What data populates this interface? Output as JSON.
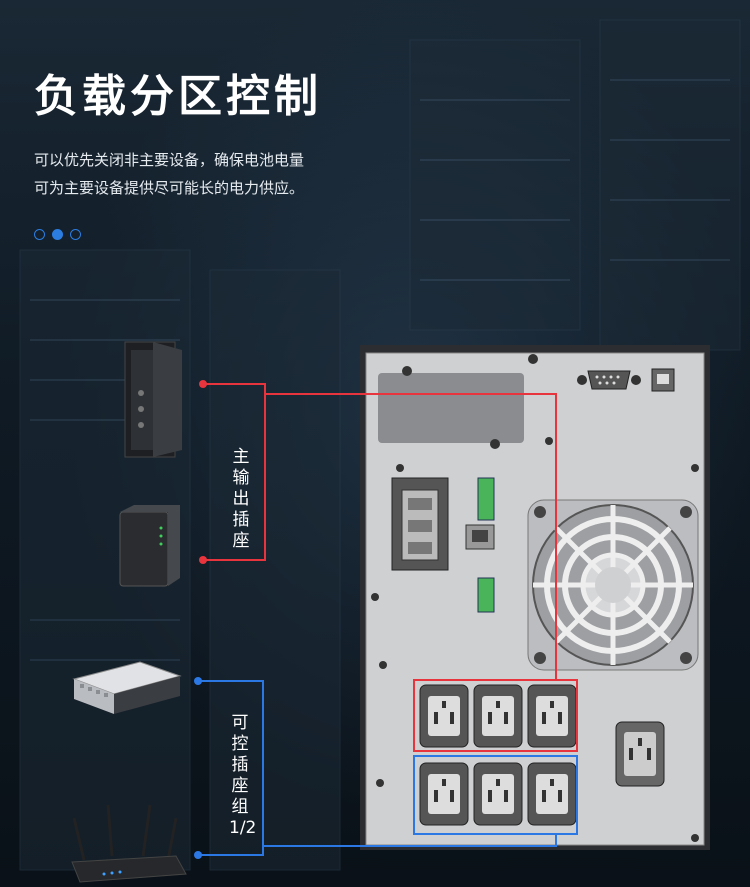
{
  "title": "负载分区控制",
  "description_lines": [
    "可以优先关闭非主要设备，确保电池电量",
    "可为主要设备提供尽可能长的电力供应。"
  ],
  "pagination": {
    "count": 3,
    "active": 1
  },
  "main_outlet_label": "主输出插座",
  "controllable_outlet_label": "可控插座组1/2",
  "colors": {
    "main_line": "#e8343c",
    "controllable_line": "#2b78e4",
    "accent_dot": "#2c7de0"
  },
  "devices": [
    "server-tower",
    "nas",
    "network-switch",
    "wifi-router"
  ]
}
